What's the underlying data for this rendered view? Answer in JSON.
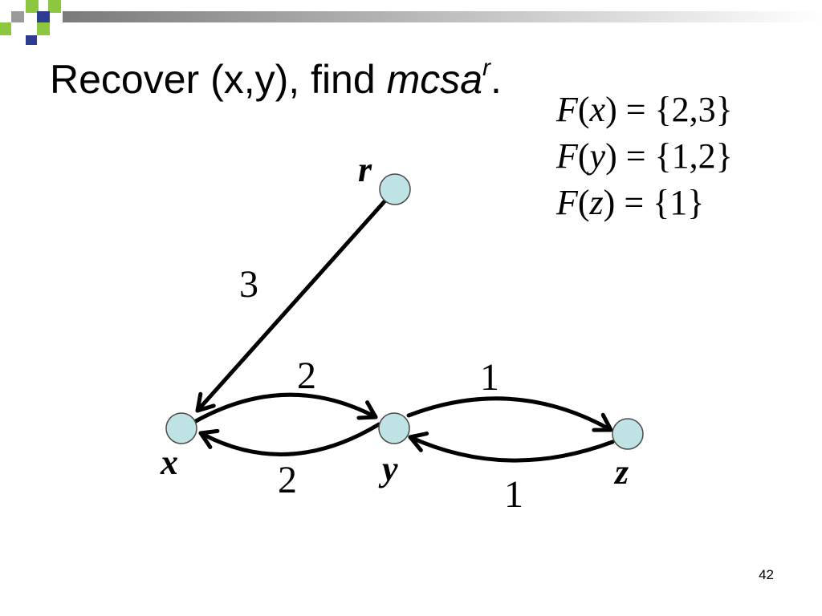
{
  "slide": {
    "title_prefix": "Recover (x,y), find ",
    "title_emph": "mcsa",
    "title_sup": "r",
    "title_suffix": ".",
    "page_number": "42"
  },
  "formulas": [
    {
      "fn": "F",
      "open": "(",
      "var": "x",
      "rest": ") = {2,3}"
    },
    {
      "fn": "F",
      "open": "(",
      "var": "y",
      "rest": ") = {1,2}"
    },
    {
      "fn": "F",
      "open": "(",
      "var": "z",
      "rest": ") = {1}"
    }
  ],
  "graph": {
    "nodes": [
      {
        "id": "r",
        "label": "r"
      },
      {
        "id": "x",
        "label": "x"
      },
      {
        "id": "y",
        "label": "y"
      },
      {
        "id": "z",
        "label": "z"
      }
    ],
    "edges": [
      {
        "id": "r-x",
        "from": "r",
        "to": "x",
        "weight": "3"
      },
      {
        "id": "x-y",
        "from": "x",
        "to": "y",
        "weight": "2"
      },
      {
        "id": "y-x",
        "from": "y",
        "to": "x",
        "weight": "2"
      },
      {
        "id": "y-z",
        "from": "y",
        "to": "z",
        "weight": "1"
      },
      {
        "id": "z-y",
        "from": "z",
        "to": "y",
        "weight": "1"
      }
    ]
  },
  "colors": {
    "node_fill": "#bfe2e4",
    "node_stroke": "#4a4a4a",
    "edge": "#000000",
    "accent_green": "#8dc63f",
    "accent_blue": "#2e3c8f"
  }
}
